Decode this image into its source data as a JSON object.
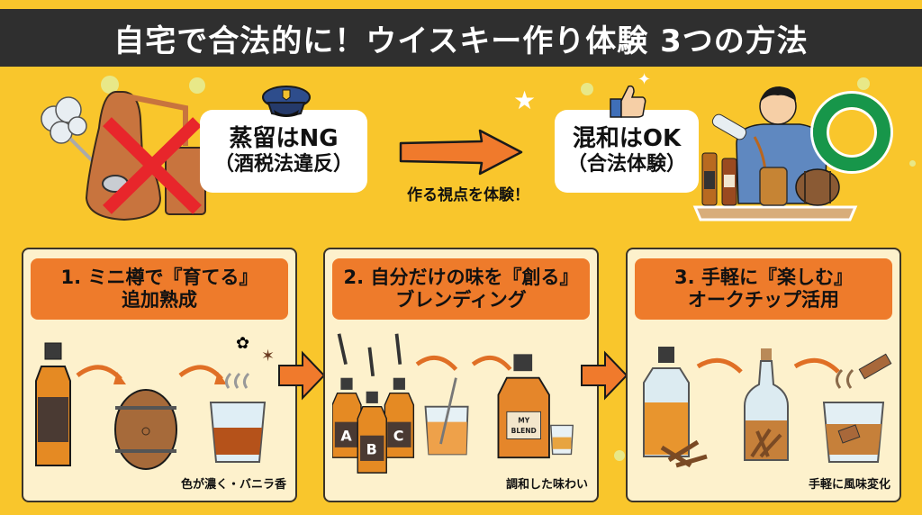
{
  "title": "自宅で合法的に！ウイスキー作り体験 3つの方法",
  "top": {
    "ng": {
      "line1": "蒸留はNG",
      "line2": "（酒税法違反）",
      "icons": [
        "copper-still-icon",
        "red-x-icon",
        "police-cap-icon"
      ]
    },
    "arrow_caption": "作る視点を体験！",
    "ok": {
      "line1": "混和はOK",
      "line2": "（合法体験）",
      "icons": [
        "thumbs-up-icon",
        "man-pouring-icon",
        "green-circle-icon"
      ]
    }
  },
  "cards": [
    {
      "heading1": "1. ミニ樽で『育てる』",
      "heading2": "追加熟成",
      "note": "色が濃く・バニラ香",
      "steps": [
        "whisky-bottle-icon",
        "barrel-icon",
        "glass-with-aroma-icon"
      ]
    },
    {
      "heading1": "2. 自分だけの味を『創る』",
      "heading2": "ブレンディング",
      "note": "調和した味わい",
      "bottle_labels": [
        "A",
        "B",
        "C"
      ],
      "blend_label": "MY BLEND",
      "steps": [
        "dropper-bottles-icon",
        "beaker-stir-icon",
        "my-blend-bottle-icon"
      ]
    },
    {
      "heading1": "3. 手軽に『楽しむ』",
      "heading2": "オークチップ活用",
      "note": "手軽に風味変化",
      "steps": [
        "bottle-with-chips-icon",
        "infusing-bottle-icon",
        "glass-with-chip-icon"
      ]
    }
  ],
  "colors": {
    "background": "#f9c62c",
    "title_bar": "#2f2f2f",
    "accent_orange": "#ee7b2b",
    "card_bg": "#fdf1cc",
    "ok_green": "#17964a",
    "ng_red": "#e8262b"
  }
}
